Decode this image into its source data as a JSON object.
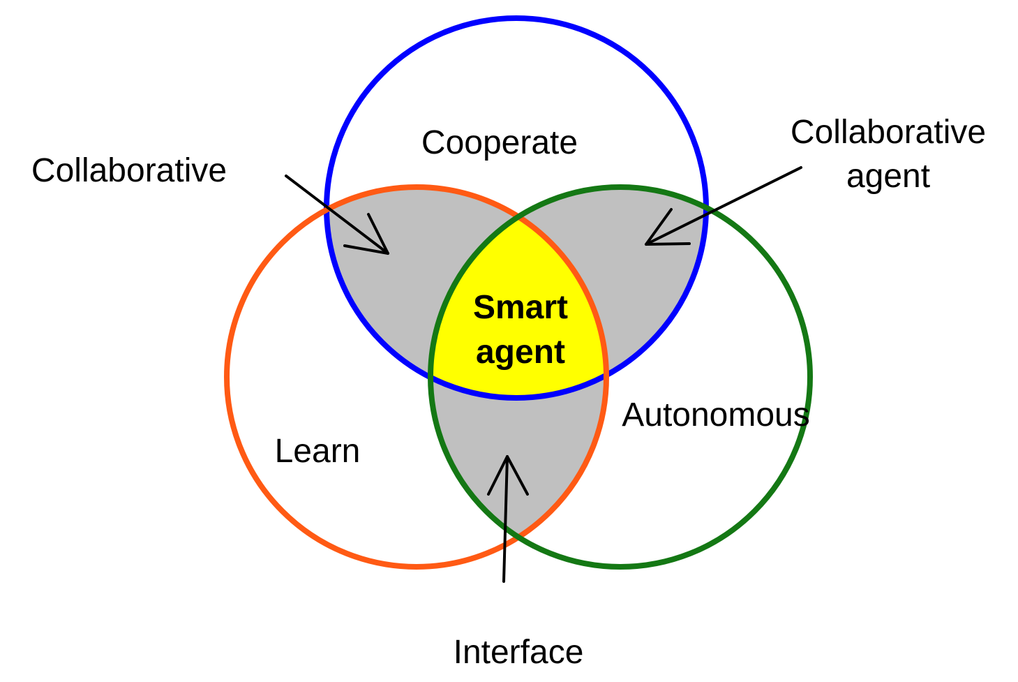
{
  "diagram": {
    "sets": [
      {
        "name": "cooperate",
        "label": "Cooperate",
        "color": "#0000ff"
      },
      {
        "name": "learn",
        "label": "Learn",
        "color": "#ff5a14"
      },
      {
        "name": "autonomous",
        "label": "Autonomous",
        "color": "#147814"
      }
    ],
    "intersections": {
      "cooperate_learn": {
        "label": "Collaborative",
        "fill": "#c0c0c0"
      },
      "cooperate_autonomous": {
        "label_line1": "Collaborative",
        "label_line2": "agent",
        "fill": "#c0c0c0"
      },
      "learn_autonomous": {
        "label": "Interface",
        "fill": "#c0c0c0"
      },
      "all": {
        "label_line1": "Smart",
        "label_line2": "agent",
        "fill": "#ffff00"
      }
    }
  }
}
